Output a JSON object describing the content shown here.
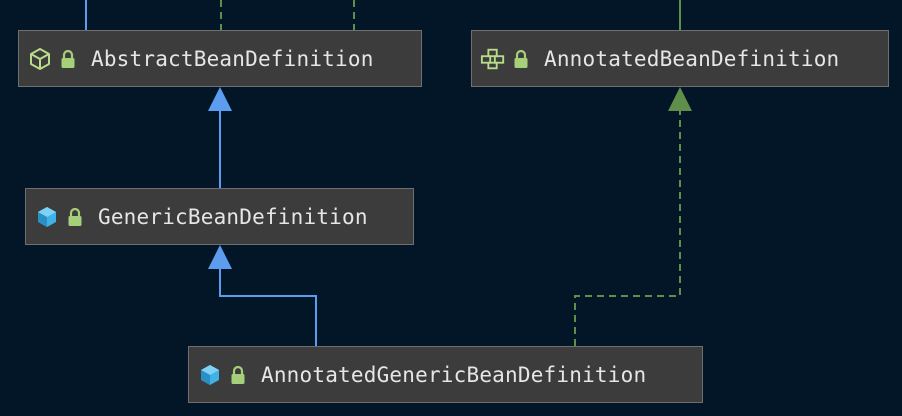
{
  "diagram": {
    "nodes": [
      {
        "id": "abd",
        "label": "AbstractBeanDefinition",
        "icon": "abstract-class-icon",
        "modifier": "lock-icon"
      },
      {
        "id": "annbd",
        "label": "AnnotatedBeanDefinition",
        "icon": "interface-icon",
        "modifier": "lock-icon"
      },
      {
        "id": "gbd",
        "label": "GenericBeanDefinition",
        "icon": "class-icon",
        "modifier": "lock-icon"
      },
      {
        "id": "agbd",
        "label": "AnnotatedGenericBeanDefinition",
        "icon": "class-icon",
        "modifier": "lock-icon"
      }
    ],
    "edges": [
      {
        "from": "gbd",
        "to": "abd",
        "kind": "extends"
      },
      {
        "from": "agbd",
        "to": "gbd",
        "kind": "extends"
      },
      {
        "from": "agbd",
        "to": "annbd",
        "kind": "implements"
      }
    ],
    "colors": {
      "background": "#021627",
      "node_fill": "#3c3c3c",
      "node_border": "#6f6f6f",
      "text": "#e6e6e6",
      "extends_edge": "#5c9df0",
      "implements_edge": "#5f8f4a",
      "lock": "#a6cf7a",
      "class_icon": "#3fb2e8",
      "abstract_icon": "#b8dc8a"
    }
  }
}
